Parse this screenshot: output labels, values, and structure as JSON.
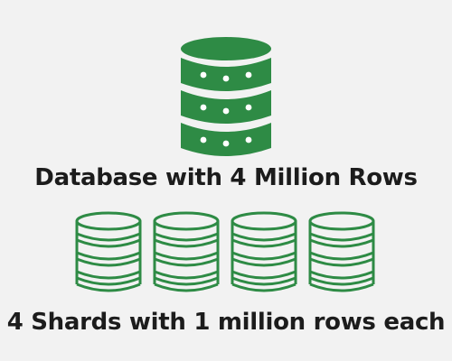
{
  "diagram": {
    "main_label": "Database with 4 Million Rows",
    "shards_label": "4 Shards with 1 million rows each",
    "shard_count": 4,
    "colors": {
      "accent": "#2e8b45",
      "background": "#f2f2f2",
      "text": "#1c1c1c"
    },
    "icons": {
      "main": "database-icon",
      "shard": "database-outline-icon"
    }
  }
}
